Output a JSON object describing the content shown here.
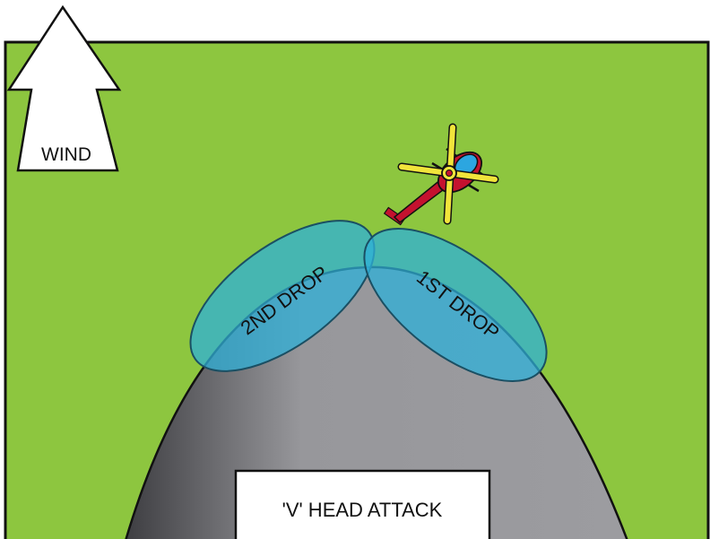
{
  "diagram": {
    "wind_label": "WIND",
    "first_drop_label": "1ST DROP",
    "second_drop_label": "2ND DROP",
    "tactic_label": "'V' HEAD ATTACK",
    "icons": [
      "wind-arrow-icon",
      "helicopter-icon"
    ]
  },
  "colors": {
    "grass": "#8dc63f",
    "fire_light": "#9c9ca0",
    "fire_dark": "#3e3e42",
    "drop_fill": "#2fb0d8",
    "drop_stroke": "#1a4f63",
    "helicopter_body": "#c4122f",
    "helicopter_rotor": "#f1e43b",
    "helicopter_cockpit": "#2ca6e0",
    "label_box": "#ffffff"
  }
}
